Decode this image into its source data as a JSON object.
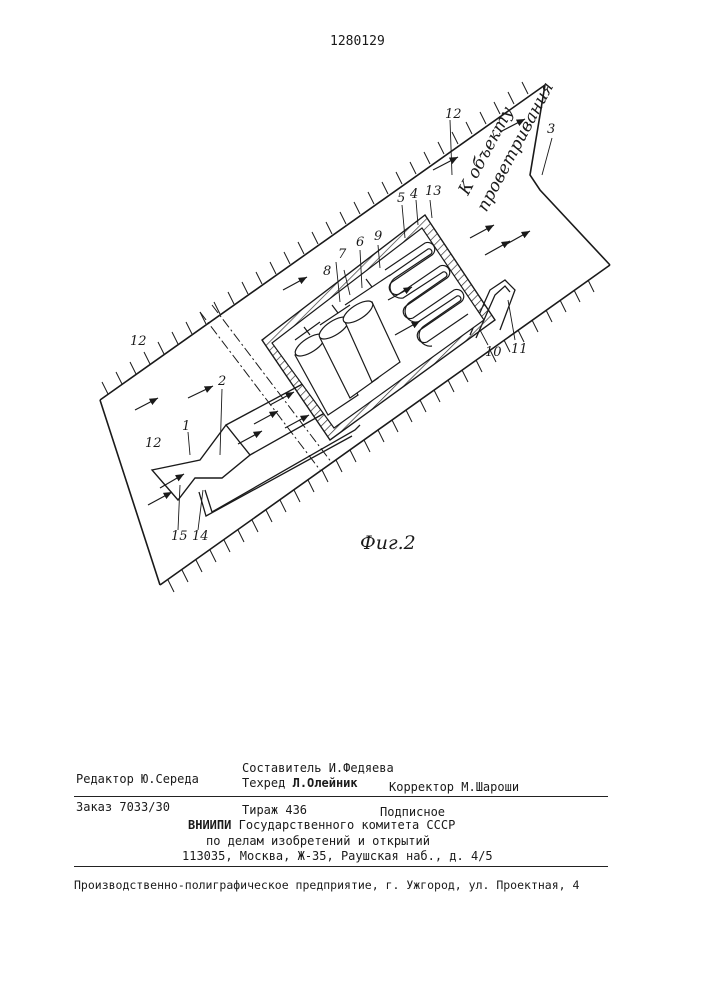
{
  "patent_number": "1280129",
  "figure": {
    "caption": "Фиг.2",
    "destination_label_line1": "К объекту",
    "destination_label_line2": "проветривания",
    "callouts": [
      "1",
      "2",
      "3",
      "4",
      "5",
      "6",
      "7",
      "8",
      "9",
      "10",
      "11",
      "12",
      "12",
      "12",
      "12",
      "13",
      "14",
      "15"
    ]
  },
  "colophon": {
    "compiler": "Составитель И.Федяева",
    "editor": "Редактор Ю.Середа",
    "techred_label": "Техред",
    "techred_name": "Л.Олейник",
    "corrector": "Корректор М.Шароши",
    "order": "Заказ 7033/30",
    "circulation": "Тираж 436",
    "subscription": "Подписное",
    "org_abbr": "ВНИИПИ",
    "org_line1": "Государственного комитета СССР",
    "org_line2": "по делам изобретений и открытий",
    "org_address": "113035, Москва, Ж-35, Раушская наб., д. 4/5",
    "printer": "Производственно-полиграфическое предприятие, г. Ужгород, ул. Проектная, 4"
  }
}
